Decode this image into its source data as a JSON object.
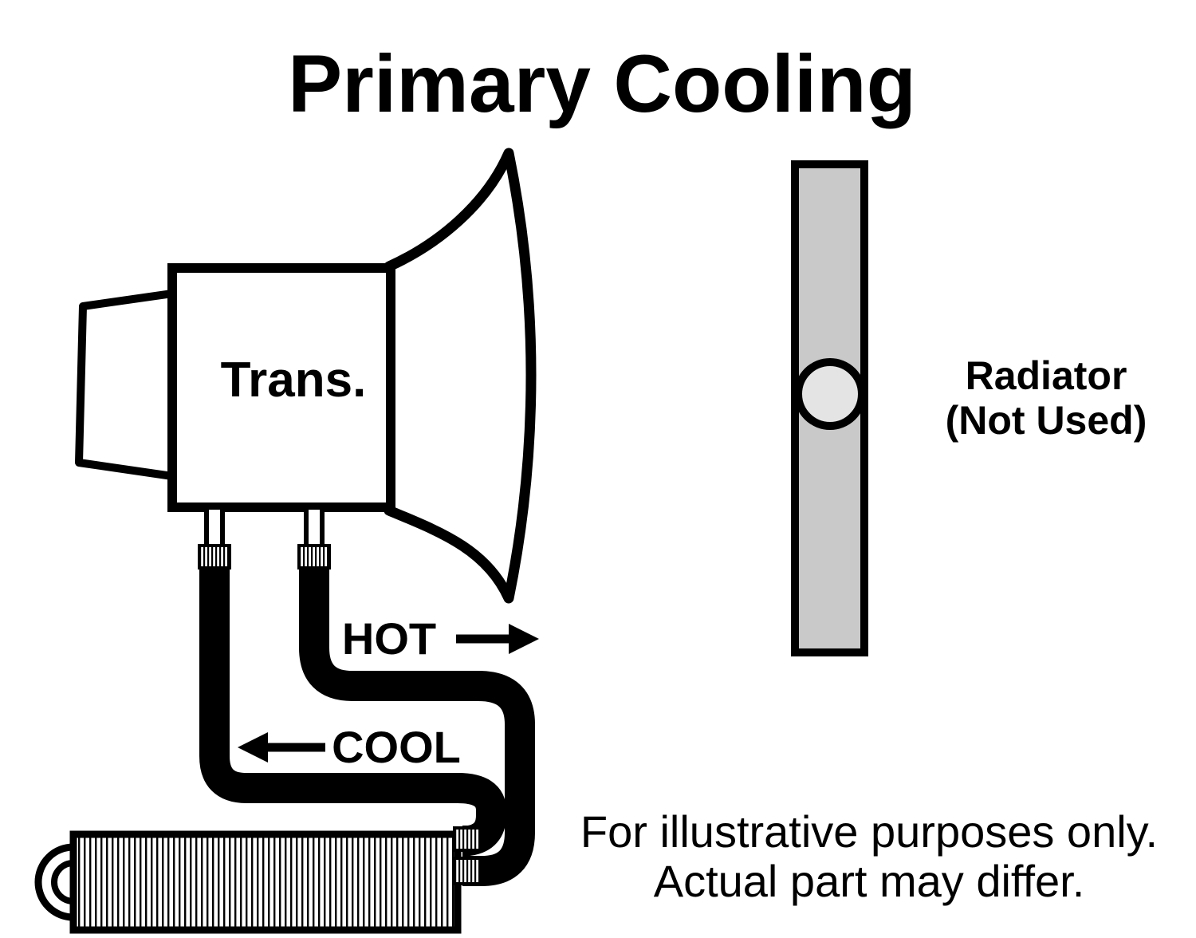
{
  "title": "Primary Cooling",
  "labels": {
    "transmission": "Trans.",
    "hot": "HOT",
    "cool": "COOL",
    "radiator_line1": "Radiator",
    "radiator_line2": "(Not Used)",
    "disclaimer_line1": "For illustrative purposes only.",
    "disclaimer_line2": "Actual part may differ."
  },
  "colors": {
    "line": "#000000",
    "background": "#ffffff",
    "radiator_body": "#c9c9c9",
    "radiator_port": "#e4e4e4"
  }
}
